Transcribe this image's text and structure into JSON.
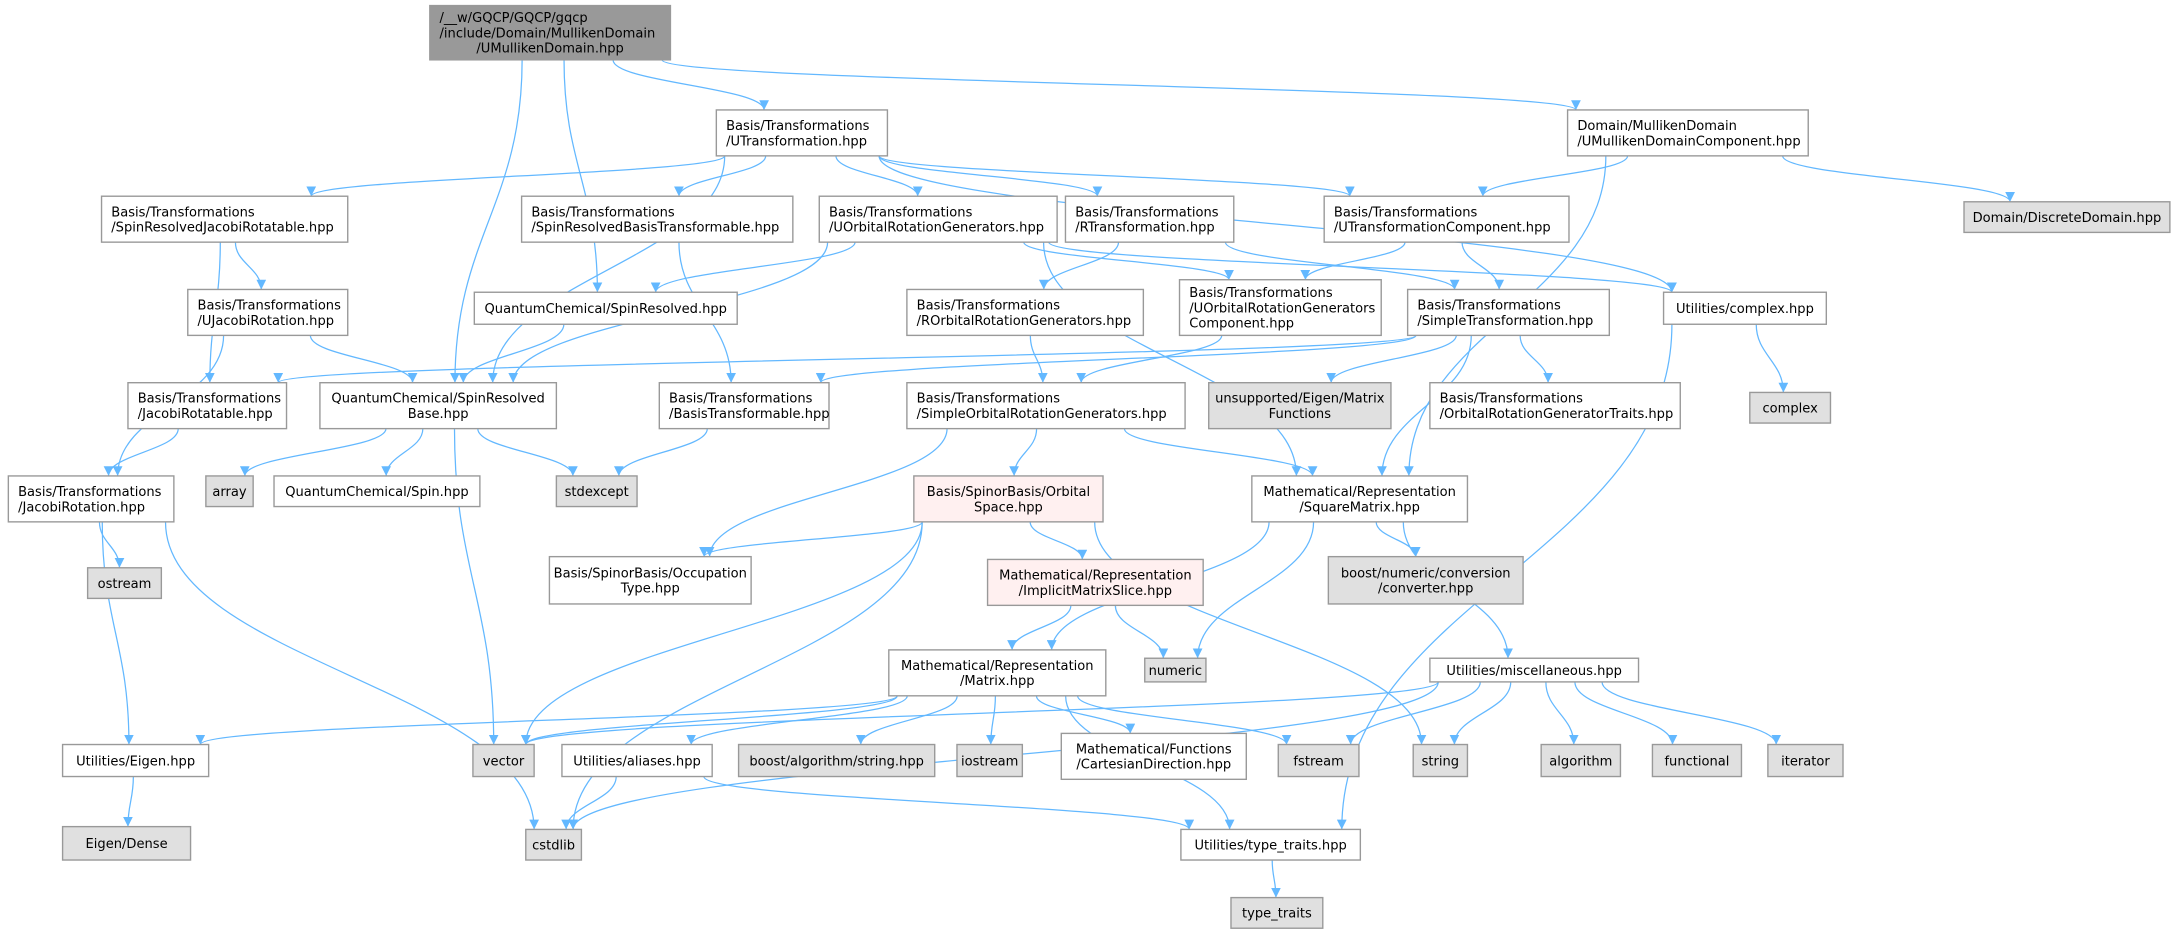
{
  "graph": {
    "title": "Include dependency graph for UMullikenDomain.hpp",
    "colors": {
      "edge": "#63b8ff",
      "root_fill": "#999999",
      "external_fill": "#e0e0e0",
      "normal_fill": "#ffffff",
      "incomplete_border": "#ff0000",
      "incomplete_fill": "#fff0f0"
    },
    "nodes": [
      {
        "id": "root",
        "kind": "root",
        "lines": [
          "/__w/GQCP/GQCP/gqcp",
          "/include/Domain/MullikenDomain",
          "/UMullikenDomain.hpp"
        ]
      },
      {
        "id": "utrans",
        "kind": "normal",
        "lines": [
          "Basis/Transformations",
          "/UTransformation.hpp"
        ]
      },
      {
        "id": "umdcomp",
        "kind": "normal",
        "lines": [
          "Domain/MullikenDomain",
          "/UMullikenDomainComponent.hpp"
        ]
      },
      {
        "id": "srjr",
        "kind": "normal",
        "lines": [
          "Basis/Transformations",
          "/SpinResolvedJacobiRotatable.hpp"
        ]
      },
      {
        "id": "srbt",
        "kind": "normal",
        "lines": [
          "Basis/Transformations",
          "/SpinResolvedBasisTransformable.hpp"
        ]
      },
      {
        "id": "uorg",
        "kind": "normal",
        "lines": [
          "Basis/Transformations",
          "/UOrbitalRotationGenerators.hpp"
        ]
      },
      {
        "id": "rtrans",
        "kind": "normal",
        "lines": [
          "Basis/Transformations",
          "/RTransformation.hpp"
        ]
      },
      {
        "id": "utcomp",
        "kind": "normal",
        "lines": [
          "Basis/Transformations",
          "/UTransformationComponent.hpp"
        ]
      },
      {
        "id": "discrete",
        "kind": "external",
        "lines": [
          "Domain/DiscreteDomain.hpp"
        ]
      },
      {
        "id": "ujacobi",
        "kind": "normal",
        "lines": [
          "Basis/Transformations",
          "/UJacobiRotation.hpp"
        ]
      },
      {
        "id": "spinres",
        "kind": "normal",
        "lines": [
          "QuantumChemical/SpinResolved.hpp"
        ]
      },
      {
        "id": "rorg",
        "kind": "normal",
        "lines": [
          "Basis/Transformations",
          "/ROrbitalRotationGenerators.hpp"
        ]
      },
      {
        "id": "uorgcomp",
        "kind": "normal",
        "lines": [
          "Basis/Transformations",
          "/UOrbitalRotationGenerators",
          "Component.hpp"
        ]
      },
      {
        "id": "simpletrans",
        "kind": "normal",
        "lines": [
          "Basis/Transformations",
          "/SimpleTransformation.hpp"
        ]
      },
      {
        "id": "complexhpp",
        "kind": "normal",
        "lines": [
          "Utilities/complex.hpp"
        ]
      },
      {
        "id": "jacobirotatable",
        "kind": "normal",
        "lines": [
          "Basis/Transformations",
          "/JacobiRotatable.hpp"
        ]
      },
      {
        "id": "srbase",
        "kind": "normal",
        "lines": [
          "QuantumChemical/SpinResolved",
          "Base.hpp"
        ]
      },
      {
        "id": "basistrans",
        "kind": "normal",
        "lines": [
          "Basis/Transformations",
          "/BasisTransformable.hpp"
        ]
      },
      {
        "id": "sorg",
        "kind": "normal",
        "lines": [
          "Basis/Transformations",
          "/SimpleOrbitalRotationGenerators.hpp"
        ]
      },
      {
        "id": "unsupported",
        "kind": "external",
        "lines": [
          "unsupported/Eigen/Matrix",
          "Functions"
        ]
      },
      {
        "id": "orgtraits",
        "kind": "normal",
        "lines": [
          "Basis/Transformations",
          "/OrbitalRotationGeneratorTraits.hpp"
        ]
      },
      {
        "id": "complex",
        "kind": "external",
        "lines": [
          "complex"
        ]
      },
      {
        "id": "jacobirot",
        "kind": "normal",
        "lines": [
          "Basis/Transformations",
          "/JacobiRotation.hpp"
        ]
      },
      {
        "id": "array",
        "kind": "external",
        "lines": [
          "array"
        ]
      },
      {
        "id": "spin",
        "kind": "normal",
        "lines": [
          "QuantumChemical/Spin.hpp"
        ]
      },
      {
        "id": "stdexcept",
        "kind": "external",
        "lines": [
          "stdexcept"
        ]
      },
      {
        "id": "orbspace",
        "kind": "incomplete",
        "lines": [
          "Basis/SpinorBasis/Orbital",
          "Space.hpp"
        ]
      },
      {
        "id": "square",
        "kind": "normal",
        "lines": [
          "Mathematical/Representation",
          "/SquareMatrix.hpp"
        ]
      },
      {
        "id": "ostream",
        "kind": "external",
        "lines": [
          "ostream"
        ]
      },
      {
        "id": "occtype",
        "kind": "normal",
        "lines": [
          "Basis/SpinorBasis/Occupation",
          "Type.hpp"
        ]
      },
      {
        "id": "implicit",
        "kind": "incomplete",
        "lines": [
          "Mathematical/Representation",
          "/ImplicitMatrixSlice.hpp"
        ]
      },
      {
        "id": "boostconv",
        "kind": "external",
        "lines": [
          "boost/numeric/conversion",
          "/converter.hpp"
        ]
      },
      {
        "id": "matrix",
        "kind": "normal",
        "lines": [
          "Mathematical/Representation",
          "/Matrix.hpp"
        ]
      },
      {
        "id": "numeric",
        "kind": "external",
        "lines": [
          "numeric"
        ]
      },
      {
        "id": "misc",
        "kind": "normal",
        "lines": [
          "Utilities/miscellaneous.hpp"
        ]
      },
      {
        "id": "eigenhpp",
        "kind": "normal",
        "lines": [
          "Utilities/Eigen.hpp"
        ]
      },
      {
        "id": "vector",
        "kind": "external",
        "lines": [
          "vector"
        ]
      },
      {
        "id": "aliases",
        "kind": "normal",
        "lines": [
          "Utilities/aliases.hpp"
        ]
      },
      {
        "id": "boostalgo",
        "kind": "external",
        "lines": [
          "boost/algorithm/string.hpp"
        ]
      },
      {
        "id": "iostream",
        "kind": "external",
        "lines": [
          "iostream"
        ]
      },
      {
        "id": "cartesian",
        "kind": "normal",
        "lines": [
          "Mathematical/Functions",
          "/CartesianDirection.hpp"
        ]
      },
      {
        "id": "fstream",
        "kind": "external",
        "lines": [
          "fstream"
        ]
      },
      {
        "id": "string",
        "kind": "external",
        "lines": [
          "string"
        ]
      },
      {
        "id": "algorithm",
        "kind": "external",
        "lines": [
          "algorithm"
        ]
      },
      {
        "id": "functional",
        "kind": "external",
        "lines": [
          "functional"
        ]
      },
      {
        "id": "iterator",
        "kind": "external",
        "lines": [
          "iterator"
        ]
      },
      {
        "id": "eigendense",
        "kind": "external",
        "lines": [
          "Eigen/Dense"
        ]
      },
      {
        "id": "cstdlib",
        "kind": "external",
        "lines": [
          "cstdlib"
        ]
      },
      {
        "id": "typetraitshpp",
        "kind": "normal",
        "lines": [
          "Utilities/type_traits.hpp"
        ]
      },
      {
        "id": "typetraits",
        "kind": "external",
        "lines": [
          "type_traits"
        ]
      }
    ],
    "edges": [
      [
        "root",
        "utrans"
      ],
      [
        "root",
        "umdcomp"
      ],
      [
        "root",
        "spinres"
      ],
      [
        "root",
        "srbase"
      ],
      [
        "utrans",
        "srjr"
      ],
      [
        "utrans",
        "srbt"
      ],
      [
        "utrans",
        "uorg"
      ],
      [
        "utrans",
        "rtrans"
      ],
      [
        "utrans",
        "utcomp"
      ],
      [
        "utrans",
        "complexhpp"
      ],
      [
        "utrans",
        "srbase"
      ],
      [
        "umdcomp",
        "utcomp"
      ],
      [
        "umdcomp",
        "discrete"
      ],
      [
        "umdcomp",
        "square"
      ],
      [
        "srjr",
        "ujacobi"
      ],
      [
        "srjr",
        "jacobirotatable"
      ],
      [
        "srbt",
        "basistrans"
      ],
      [
        "uorg",
        "spinres"
      ],
      [
        "uorg",
        "srbase"
      ],
      [
        "uorg",
        "uorgcomp"
      ],
      [
        "uorg",
        "complexhpp"
      ],
      [
        "uorg",
        "square"
      ],
      [
        "rtrans",
        "rorg"
      ],
      [
        "rtrans",
        "simpletrans"
      ],
      [
        "utcomp",
        "uorgcomp"
      ],
      [
        "utcomp",
        "simpletrans"
      ],
      [
        "ujacobi",
        "srbase"
      ],
      [
        "ujacobi",
        "jacobirot"
      ],
      [
        "spinres",
        "srbase"
      ],
      [
        "rorg",
        "sorg"
      ],
      [
        "uorgcomp",
        "sorg"
      ],
      [
        "simpletrans",
        "jacobirotatable"
      ],
      [
        "simpletrans",
        "basistrans"
      ],
      [
        "simpletrans",
        "unsupported"
      ],
      [
        "simpletrans",
        "orgtraits"
      ],
      [
        "simpletrans",
        "square"
      ],
      [
        "complexhpp",
        "complex"
      ],
      [
        "complexhpp",
        "typetraitshpp"
      ],
      [
        "jacobirotatable",
        "jacobirot"
      ],
      [
        "srbase",
        "array"
      ],
      [
        "srbase",
        "spin"
      ],
      [
        "srbase",
        "stdexcept"
      ],
      [
        "srbase",
        "vector"
      ],
      [
        "basistrans",
        "stdexcept"
      ],
      [
        "sorg",
        "orbspace"
      ],
      [
        "sorg",
        "occtype"
      ],
      [
        "sorg",
        "square"
      ],
      [
        "jacobirot",
        "ostream"
      ],
      [
        "jacobirot",
        "eigenhpp"
      ],
      [
        "jacobirot",
        "cstdlib"
      ],
      [
        "orbspace",
        "occtype"
      ],
      [
        "orbspace",
        "implicit"
      ],
      [
        "orbspace",
        "vector"
      ],
      [
        "orbspace",
        "cstdlib"
      ],
      [
        "orbspace",
        "string"
      ],
      [
        "square",
        "matrix"
      ],
      [
        "square",
        "numeric"
      ],
      [
        "square",
        "boostconv"
      ],
      [
        "square",
        "misc"
      ],
      [
        "implicit",
        "matrix"
      ],
      [
        "implicit",
        "numeric"
      ],
      [
        "matrix",
        "eigenhpp"
      ],
      [
        "matrix",
        "vector"
      ],
      [
        "matrix",
        "aliases"
      ],
      [
        "matrix",
        "boostalgo"
      ],
      [
        "matrix",
        "iostream"
      ],
      [
        "matrix",
        "cartesian"
      ],
      [
        "matrix",
        "fstream"
      ],
      [
        "matrix",
        "typetraitshpp"
      ],
      [
        "misc",
        "vector"
      ],
      [
        "misc",
        "fstream"
      ],
      [
        "misc",
        "string"
      ],
      [
        "misc",
        "algorithm"
      ],
      [
        "misc",
        "functional"
      ],
      [
        "misc",
        "iterator"
      ],
      [
        "misc",
        "cstdlib"
      ],
      [
        "eigenhpp",
        "eigendense"
      ],
      [
        "aliases",
        "cstdlib"
      ],
      [
        "aliases",
        "typetraitshpp"
      ],
      [
        "typetraitshpp",
        "typetraits"
      ]
    ]
  }
}
